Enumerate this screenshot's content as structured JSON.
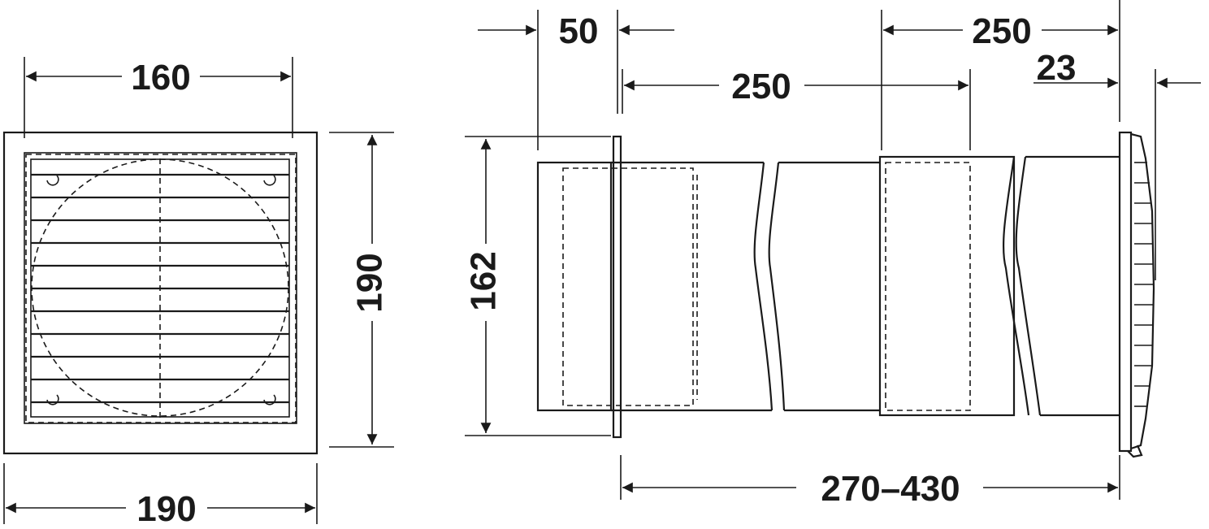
{
  "dimensions": {
    "front_inner_width": "160",
    "front_outer_width": "190",
    "front_height": "190",
    "duct_height": "162",
    "flange_offset": "50",
    "pipe_length_1": "250",
    "pipe_length_2": "250",
    "grille_depth": "23",
    "total_length": "270–430"
  },
  "colors": {
    "line": "#1a1a1a",
    "background": "#ffffff"
  }
}
